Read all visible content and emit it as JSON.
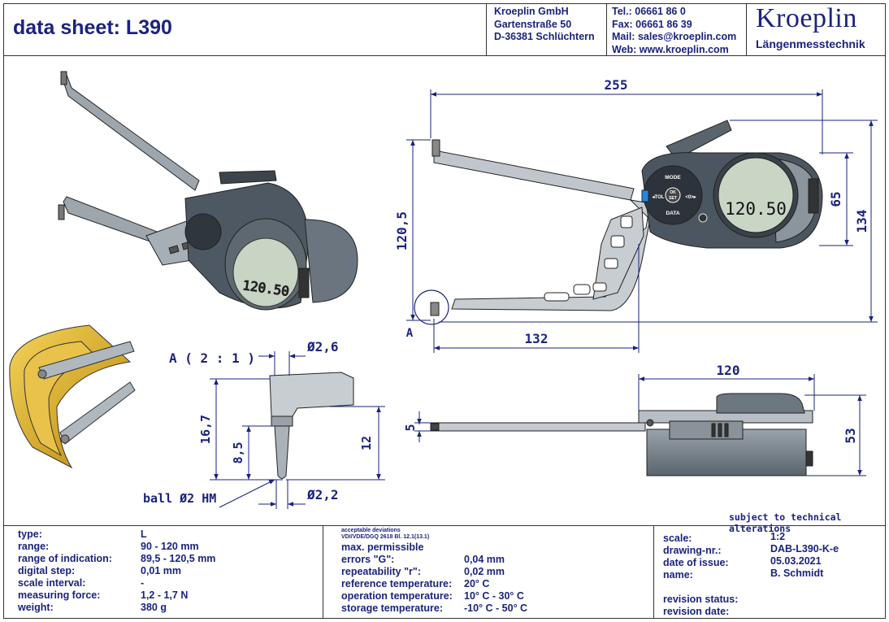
{
  "header": {
    "title": "data sheet:  L390",
    "company": [
      "Kroeplin GmbH",
      "Gartenstraße 50",
      "D-36381 Schlüchtern"
    ],
    "contact": [
      "Tel.:  06661 86 0",
      "Fax:  06661 86 39",
      "Mail: sales@kroeplin.com",
      "Web: www.kroeplin.com"
    ],
    "logo": "Kroeplin",
    "logo_sub": "Längenmesstechnik"
  },
  "drawing": {
    "dimensions": {
      "width_255": "255",
      "height_120_5": "120,5",
      "depth_132": "132",
      "height_65": "65",
      "height_134": "134",
      "width_120": "120",
      "thick_5": "5",
      "height_53": "53",
      "detail_a": "A ( 2 : 1 )",
      "dia_2_6": "Ø2,6",
      "len_16_7": "16,7",
      "len_8_5": "8,5",
      "len_12": "12",
      "dia_2_2": "Ø2,2",
      "ball": "ball  Ø2 HM",
      "mark_a": "A"
    },
    "display_value": "120.50",
    "buttons": {
      "mode": "MODE",
      "tol": "◂TOL",
      "ok": "OK",
      "set": "SET",
      "zero": "<0>▸",
      "data": "DATA"
    },
    "colors": {
      "ink": "#1a237e",
      "body": "#4a5560",
      "gold": "#d4a017"
    }
  },
  "note": "subject to technical alterations",
  "specs": {
    "labels": [
      "type:",
      "range:",
      "range of indication:",
      "digital step:",
      "scale interval:",
      "measuring force:",
      "weight:"
    ],
    "values": [
      "L",
      "90 - 120 mm",
      "89,5 - 120,5 mm",
      "0,01 mm",
      "-",
      "1,2 - 1,7 N",
      "380 g"
    ]
  },
  "deviations": {
    "heading1": "acceptable deviations",
    "heading2": "VDI/VDE/DGQ 2618 Bl. 12.1(13.1)",
    "heading3": "max. permissible",
    "labels": [
      "errors \"G\":",
      "repeatability \"r\":",
      "reference temperature:",
      "operation temperature:",
      "storage temperature:"
    ],
    "values": [
      "0,04 mm",
      "0,02 mm",
      "20° C",
      "10° C - 30° C",
      "-10° C - 50° C"
    ]
  },
  "drawing_info": {
    "labels": [
      "scale:",
      "drawing-nr.:",
      "date of issue:",
      "name:"
    ],
    "values": [
      "1:2",
      "DAB-L390-K-e",
      "05.03.2021",
      "B. Schmidt"
    ],
    "revision": [
      "revision status:",
      "revision date:"
    ]
  }
}
